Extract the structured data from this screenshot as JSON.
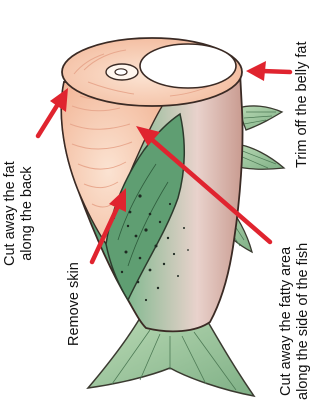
{
  "colors": {
    "arrow": "#e0242f",
    "fish_body": "#9fc5a0",
    "fish_dark": "#3f8b63",
    "flesh": "#f6c7ad",
    "outline": "#3a2a24"
  },
  "labels": {
    "trim_belly_fat": "Trim off the belly fat",
    "cut_back_fat": {
      "line1": "Cut away the fat",
      "line2": "along the back"
    },
    "remove_skin": "Remove skin",
    "cut_fatty_area": {
      "line1": "Cut away the fatty area",
      "line2": "along the side of the fish"
    }
  }
}
